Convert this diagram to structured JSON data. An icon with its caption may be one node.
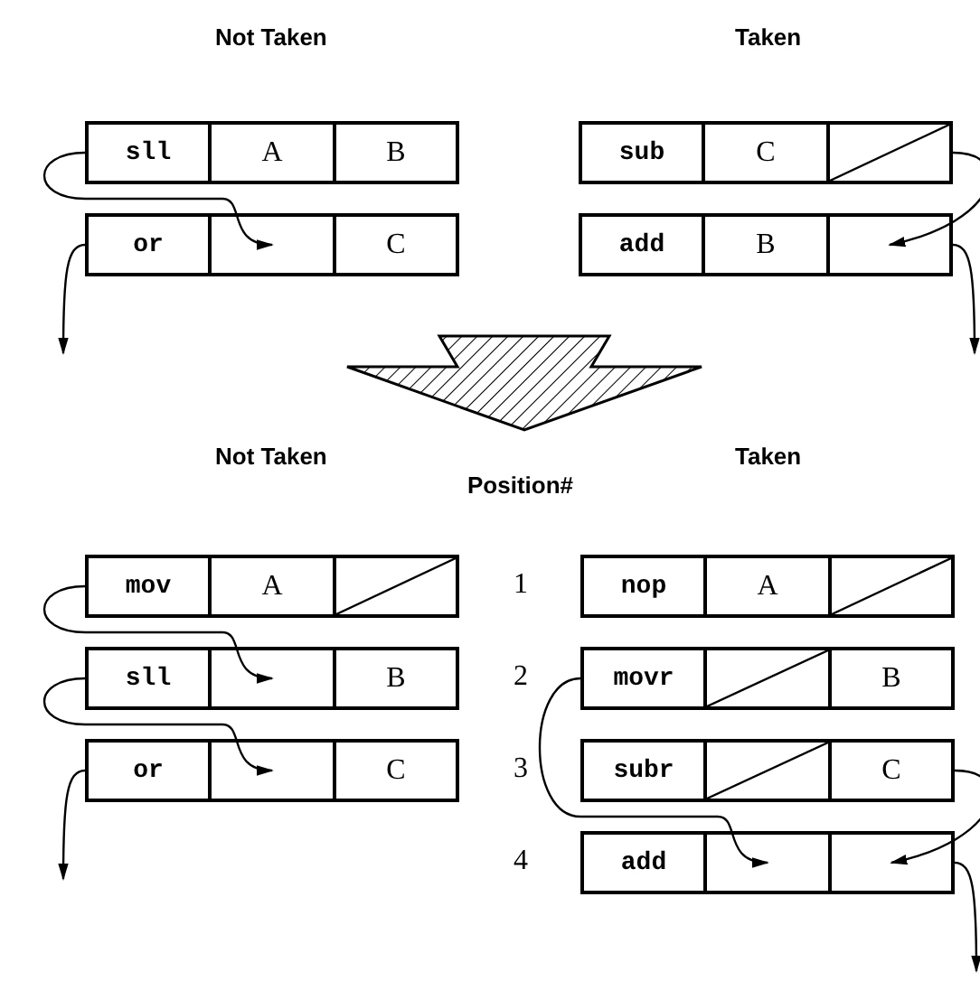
{
  "diagram": {
    "nodes": [
      {
        "text": [
          "sll"
        ]
      },
      {
        "text": [
          "A"
        ]
      },
      {
        "text": [
          "B"
        ]
      },
      {
        "text": [
          "or"
        ]
      },
      {
        "text": [],
        "shape": "box"
      },
      {
        "text": [
          "C"
        ]
      },
      {
        "text": [
          "sub"
        ]
      },
      {
        "text": [
          "C"
        ]
      },
      {
        "text": [],
        "shape": "box"
      },
      {
        "text": [
          "add"
        ]
      },
      {
        "text": [
          "B"
        ]
      },
      {
        "text": [],
        "shape": "box"
      },
      {
        "text": [
          "mov"
        ]
      },
      {
        "text": [
          "A"
        ]
      },
      {
        "text": [],
        "shape": "box"
      },
      {
        "text": [
          "sll"
        ]
      },
      {
        "text": [],
        "shape": "box"
      },
      {
        "text": [
          "B"
        ]
      },
      {
        "text": [
          "or"
        ]
      },
      {
        "text": [],
        "shape": "box"
      },
      {
        "text": [
          "C"
        ]
      },
      {
        "text": [
          "nop"
        ]
      },
      {
        "text": [
          "A"
        ]
      },
      {
        "text": [],
        "shape": "box"
      },
      {
        "text": [
          "movr"
        ]
      },
      {
        "text": [],
        "shape": "box"
      },
      {
        "text": [
          "B"
        ]
      },
      {
        "text": [
          "subr"
        ]
      },
      {
        "text": [],
        "shape": "box"
      },
      {
        "text": [
          "C"
        ]
      },
      {
        "text": [
          "add"
        ]
      },
      {
        "text": [],
        "shape": "box"
      },
      {
        "text": [],
        "shape": "box"
      }
    ],
    "edges": [
      {
        "from": 0,
        "to": 4,
        "arrow": "to"
      },
      {
        "from": 3,
        "to": null,
        "arrow": "to"
      },
      {
        "from": 8,
        "to": 11,
        "arrow": "to"
      },
      {
        "from": 11,
        "to": null,
        "arrow": "to"
      },
      {
        "from": 12,
        "to": 16,
        "arrow": "to"
      },
      {
        "from": 15,
        "to": 19,
        "arrow": "to"
      },
      {
        "from": 18,
        "to": null,
        "arrow": "to"
      },
      {
        "from": 24,
        "to": 31,
        "arrow": "to"
      },
      {
        "from": 29,
        "to": 32,
        "arrow": "to"
      },
      {
        "from": 32,
        "to": null,
        "arrow": "to"
      }
    ],
    "labels": [
      "Not Taken",
      "Taken",
      "Not Taken",
      "Taken",
      "Position#",
      "1",
      "2",
      "3",
      "4"
    ]
  }
}
